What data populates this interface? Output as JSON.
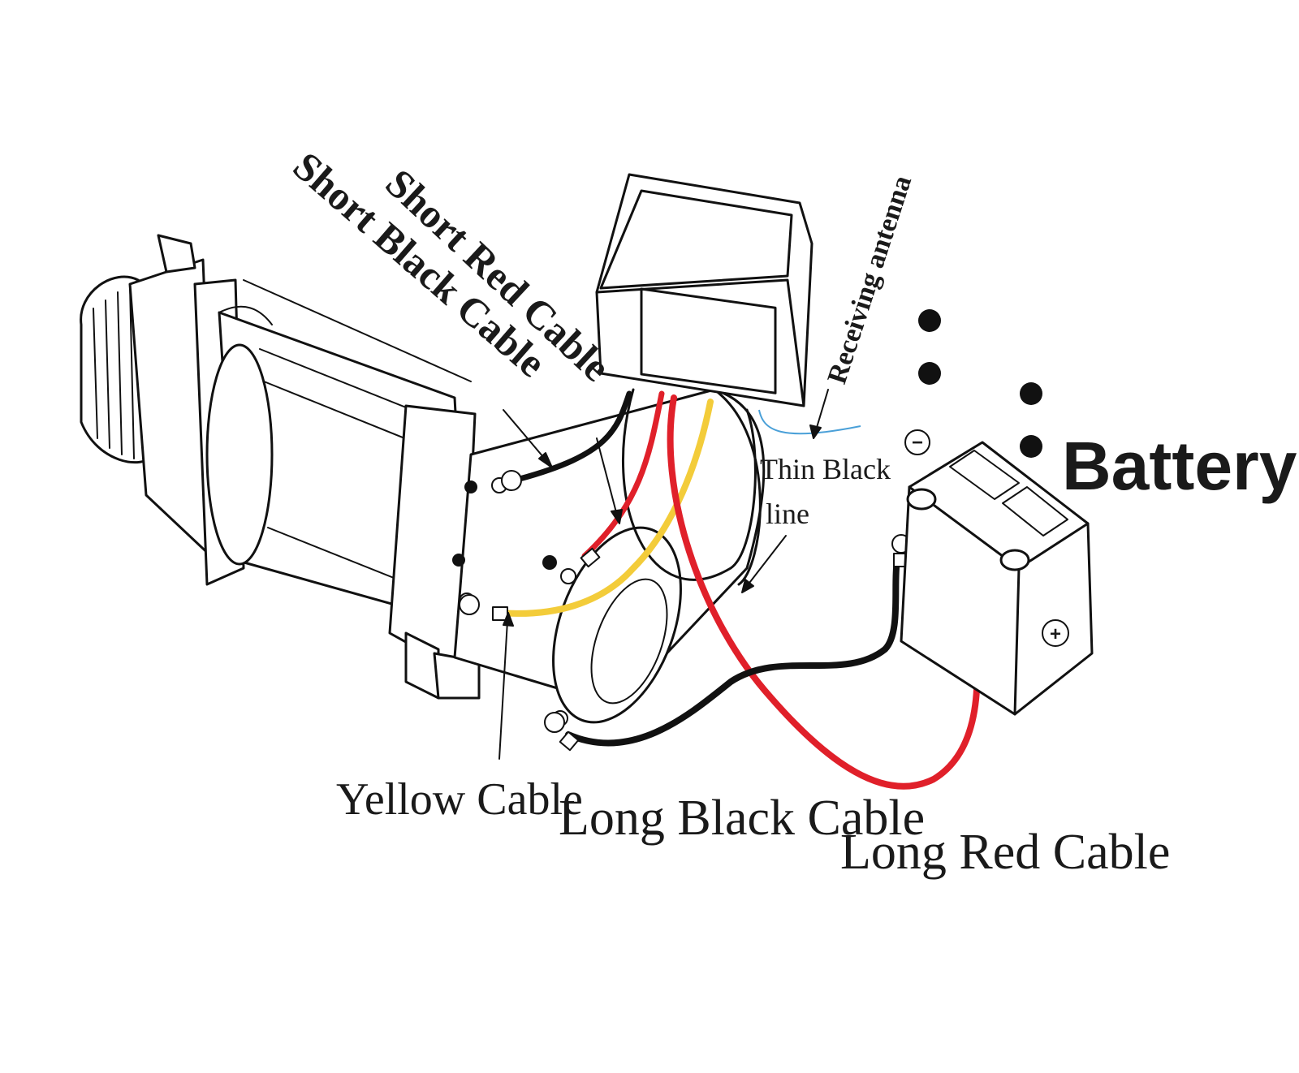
{
  "labels": {
    "short_black_cable": "Short Black Cable",
    "short_red_cable": "Short Red Cable",
    "receiving_antenna": "Receiving antenna",
    "battery": "Battery",
    "thin_black_line_1": "Thin Black",
    "thin_black_line_2": "line",
    "yellow_cable": "Yellow Cable",
    "long_black_cable": "Long Black Cable",
    "long_red_cable": "Long Red Cable"
  },
  "symbols": {
    "negative": "−",
    "positive": "+"
  },
  "colors": {
    "red_cable": "#e0202a",
    "yellow_cable": "#f3cc3a",
    "black_cable": "#111111",
    "antenna": "#4aa0d8"
  }
}
